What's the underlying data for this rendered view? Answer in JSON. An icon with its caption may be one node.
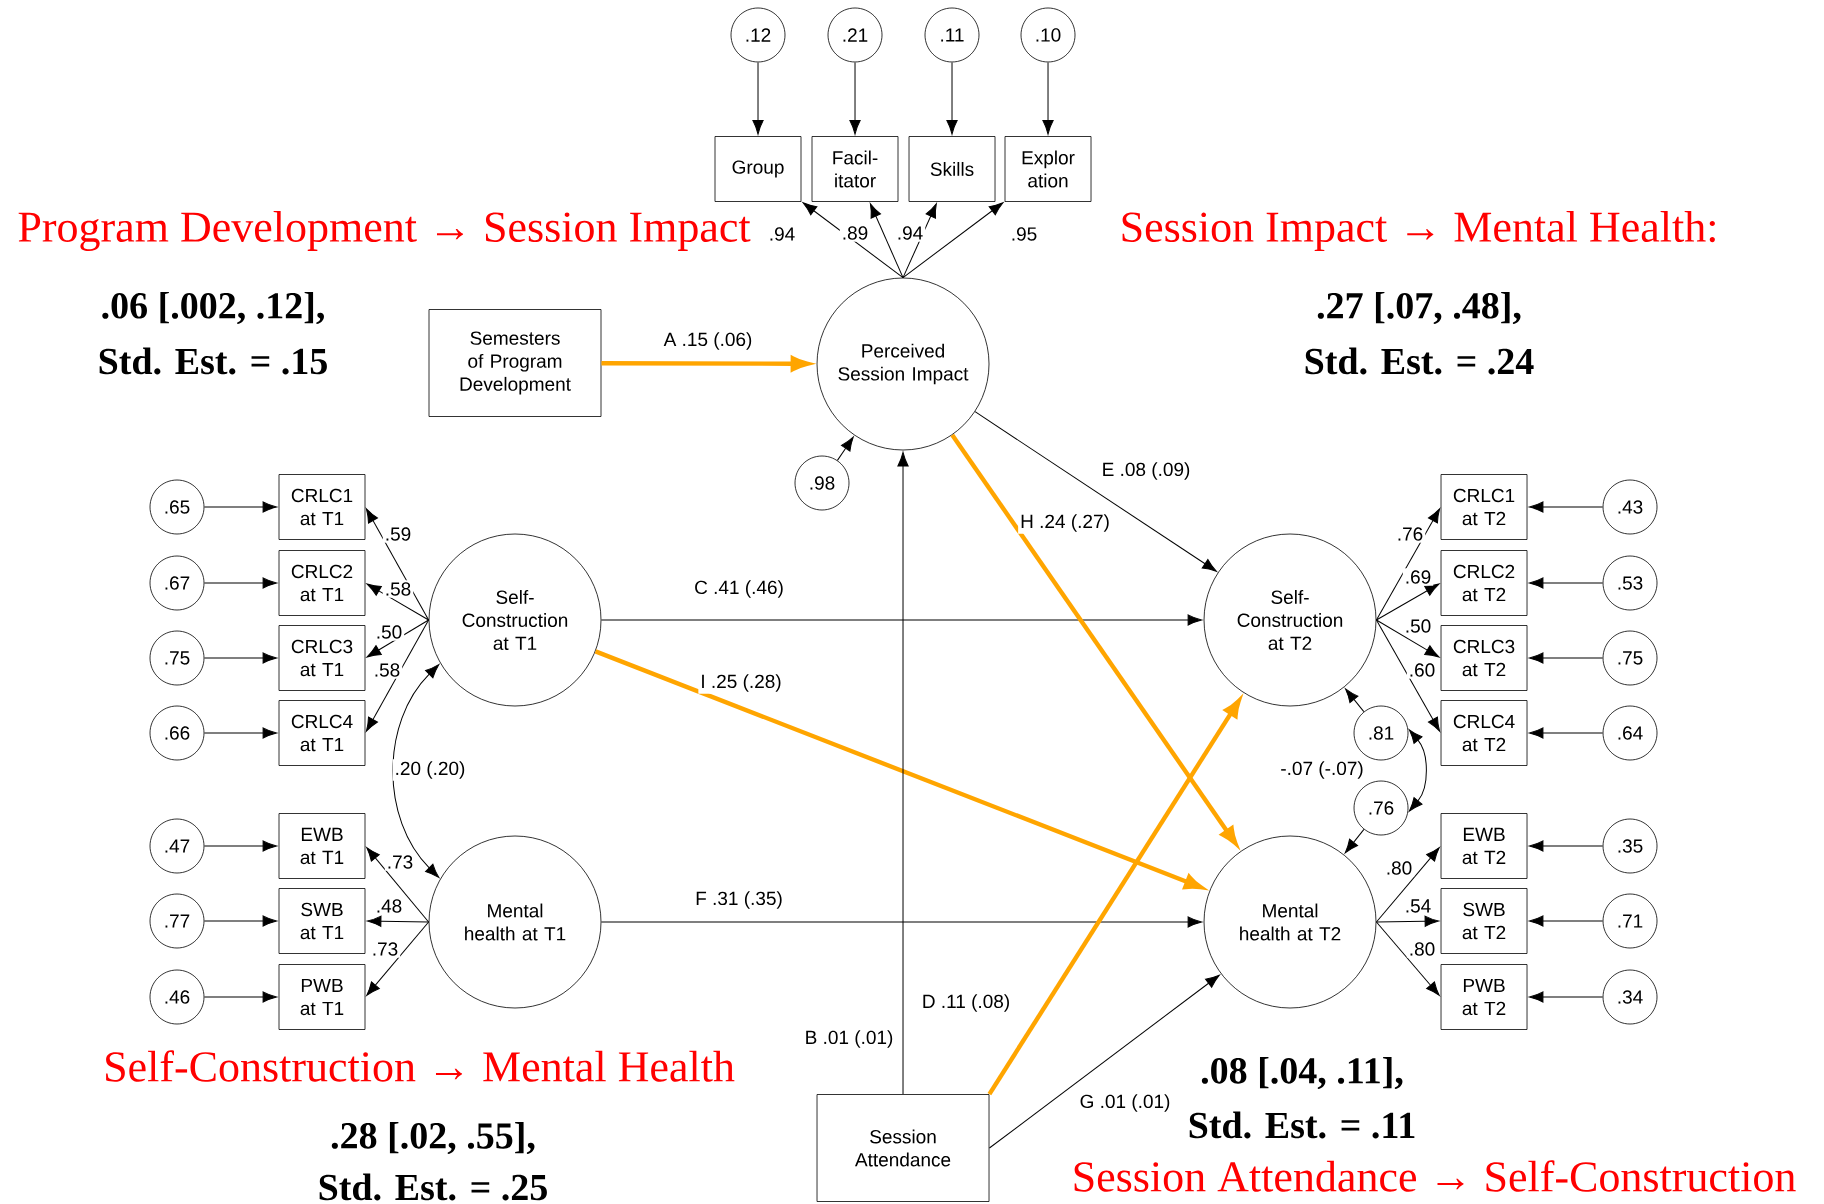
{
  "diagram": {
    "nodes": [
      {
        "text": [
          ".12"
        ]
      },
      {
        "text": [
          ".21"
        ]
      },
      {
        "text": [
          ".11"
        ]
      },
      {
        "text": [
          ".10"
        ]
      },
      {
        "text": [
          "Group"
        ]
      },
      {
        "text": [
          "Facil- itator"
        ]
      },
      {
        "text": [
          "Skills"
        ]
      },
      {
        "text": [
          "Explor ation"
        ]
      },
      {
        "text": [
          "Perceived Session Impact"
        ]
      },
      {
        "text": [
          "Semesters of Program Development"
        ]
      },
      {
        "text": [
          ".98"
        ]
      },
      {
        "text": [
          ".65"
        ]
      },
      {
        "text": [
          ".67"
        ]
      },
      {
        "text": [
          ".75"
        ]
      },
      {
        "text": [
          ".66"
        ]
      },
      {
        "text": [
          ".47"
        ]
      },
      {
        "text": [
          ".77"
        ]
      },
      {
        "text": [
          ".46"
        ]
      },
      {
        "text": [
          "CRLC1 at T1"
        ]
      },
      {
        "text": [
          "CRLC2 at T1"
        ]
      },
      {
        "text": [
          "CRLC3 at T1"
        ]
      },
      {
        "text": [
          "CRLC4 at T1"
        ]
      },
      {
        "text": [
          "EWB at T1"
        ]
      },
      {
        "text": [
          "SWB at T1"
        ]
      },
      {
        "text": [
          "PWB at T1"
        ]
      },
      {
        "text": [
          "Self- Construction at T1"
        ]
      },
      {
        "text": [
          "Mental health at T1"
        ]
      },
      {
        "text": [
          "Self- Construction at T2"
        ]
      },
      {
        "text": [
          "Mental health at T2"
        ]
      },
      {
        "text": [
          "CRLC1 at T2"
        ]
      },
      {
        "text": [
          "CRLC2 at T2"
        ]
      },
      {
        "text": [
          "CRLC3 at T2"
        ]
      },
      {
        "text": [
          "CRLC4 at T2"
        ]
      },
      {
        "text": [
          "EWB at T2"
        ]
      },
      {
        "text": [
          "SWB at T2"
        ]
      },
      {
        "text": [
          "PWB at T2"
        ]
      },
      {
        "text": [
          ".43"
        ]
      },
      {
        "text": [
          ".53"
        ]
      },
      {
        "text": [
          ".75"
        ]
      },
      {
        "text": [
          ".64"
        ]
      },
      {
        "text": [
          ".35"
        ]
      },
      {
        "text": [
          ".71"
        ]
      },
      {
        "text": [
          ".34"
        ]
      },
      {
        "text": [
          ".81"
        ]
      },
      {
        "text": [
          ".76"
        ]
      },
      {
        "text": [
          "Session Attendance"
        ]
      }
    ],
    "edges": [
      {
        "from": 0,
        "to": 4,
        "arrow": "to"
      },
      {
        "from": 1,
        "to": 5,
        "arrow": "to"
      },
      {
        "from": 2,
        "to": 6,
        "arrow": "to"
      },
      {
        "from": 3,
        "to": 7,
        "arrow": "to"
      },
      {
        "from": 8,
        "to": 4,
        "arrow": "to",
        "label": ".94"
      },
      {
        "from": 8,
        "to": 5,
        "arrow": "to",
        "label": ".89"
      },
      {
        "from": 8,
        "to": 6,
        "arrow": "to",
        "label": ".94"
      },
      {
        "from": 8,
        "to": 7,
        "arrow": "to",
        "label": ".95"
      },
      {
        "from": 9,
        "to": 8,
        "arrow": "to",
        "label": "A  .15 (.06)",
        "style": "thick",
        "color": "#ffa500"
      },
      {
        "from": 10,
        "to": 8,
        "arrow": "to"
      },
      {
        "from": 11,
        "to": 18,
        "arrow": "to"
      },
      {
        "from": 12,
        "to": 19,
        "arrow": "to"
      },
      {
        "from": 13,
        "to": 20,
        "arrow": "to"
      },
      {
        "from": 14,
        "to": 21,
        "arrow": "to"
      },
      {
        "from": 15,
        "to": 22,
        "arrow": "to"
      },
      {
        "from": 16,
        "to": 23,
        "arrow": "to"
      },
      {
        "from": 17,
        "to": 24,
        "arrow": "to"
      },
      {
        "from": 25,
        "to": 18,
        "arrow": "to",
        "label": ".59"
      },
      {
        "from": 25,
        "to": 19,
        "arrow": "to",
        "label": ".58"
      },
      {
        "from": 25,
        "to": 20,
        "arrow": "to",
        "label": ".50"
      },
      {
        "from": 25,
        "to": 21,
        "arrow": "to",
        "label": ".58"
      },
      {
        "from": 26,
        "to": 22,
        "arrow": "to",
        "label": ".73"
      },
      {
        "from": 26,
        "to": 23,
        "arrow": "to",
        "label": ".48"
      },
      {
        "from": 26,
        "to": 24,
        "arrow": "to",
        "label": ".73"
      },
      {
        "from": 25,
        "to": 26,
        "arrow": "both",
        "label": ".20 (.20)"
      },
      {
        "from": 25,
        "to": 27,
        "arrow": "to",
        "label": "C  .41 (.46)"
      },
      {
        "from": 25,
        "to": 28,
        "arrow": "to",
        "label": "I  .25 (.28)",
        "style": "thick",
        "color": "#ffa500"
      },
      {
        "from": 26,
        "to": 28,
        "arrow": "to",
        "label": "F  .31 (.35)"
      },
      {
        "from": 8,
        "to": 27,
        "arrow": "to",
        "label": "E  .08 (.09)"
      },
      {
        "from": 8,
        "to": 28,
        "arrow": "to",
        "label": "H  .24 (.27)",
        "style": "thick",
        "color": "#ffa500"
      },
      {
        "from": 45,
        "to": 8,
        "arrow": "to",
        "label": "B  .01 (.01)"
      },
      {
        "from": 45,
        "to": 27,
        "arrow": "to",
        "label": "D  .11 (.08)",
        "style": "thick",
        "color": "#ffa500"
      },
      {
        "from": 45,
        "to": 28,
        "arrow": "to",
        "label": "G  .01 (.01)"
      },
      {
        "from": 27,
        "to": 29,
        "arrow": "to",
        "label": ".76"
      },
      {
        "from": 27,
        "to": 30,
        "arrow": "to",
        "label": ".69"
      },
      {
        "from": 27,
        "to": 31,
        "arrow": "to",
        "label": ".50"
      },
      {
        "from": 27,
        "to": 32,
        "arrow": "to",
        "label": ".60"
      },
      {
        "from": 28,
        "to": 33,
        "arrow": "to",
        "label": ".80"
      },
      {
        "from": 28,
        "to": 34,
        "arrow": "to",
        "label": ".54"
      },
      {
        "from": 28,
        "to": 35,
        "arrow": "to",
        "label": ".80"
      },
      {
        "from": 36,
        "to": 29,
        "arrow": "to"
      },
      {
        "from": 37,
        "to": 30,
        "arrow": "to"
      },
      {
        "from": 38,
        "to": 31,
        "arrow": "to"
      },
      {
        "from": 39,
        "to": 32,
        "arrow": "to"
      },
      {
        "from": 40,
        "to": 33,
        "arrow": "to"
      },
      {
        "from": 41,
        "to": 34,
        "arrow": "to"
      },
      {
        "from": 42,
        "to": 35,
        "arrow": "to"
      },
      {
        "from": 43,
        "to": 27,
        "arrow": "to"
      },
      {
        "from": 44,
        "to": 28,
        "arrow": "to"
      },
      {
        "from": 43,
        "to": 44,
        "arrow": "both",
        "label": "-.07 (-.07)"
      }
    ],
    "labels": [
      "Program Development → Session Impact",
      "Session Impact → Mental Health:",
      ".06 [.002, .12],",
      "Std. Est. = .15",
      ".27 [.07, .48],",
      "Std. Est. = .24",
      "Self-Construction → Mental Health",
      ".08 [.04, .11],",
      "Std. Est. = .11",
      ".28 [.02, .55],",
      "Session Attendance → Self-Construction",
      "Std. Est. = .25"
    ]
  }
}
